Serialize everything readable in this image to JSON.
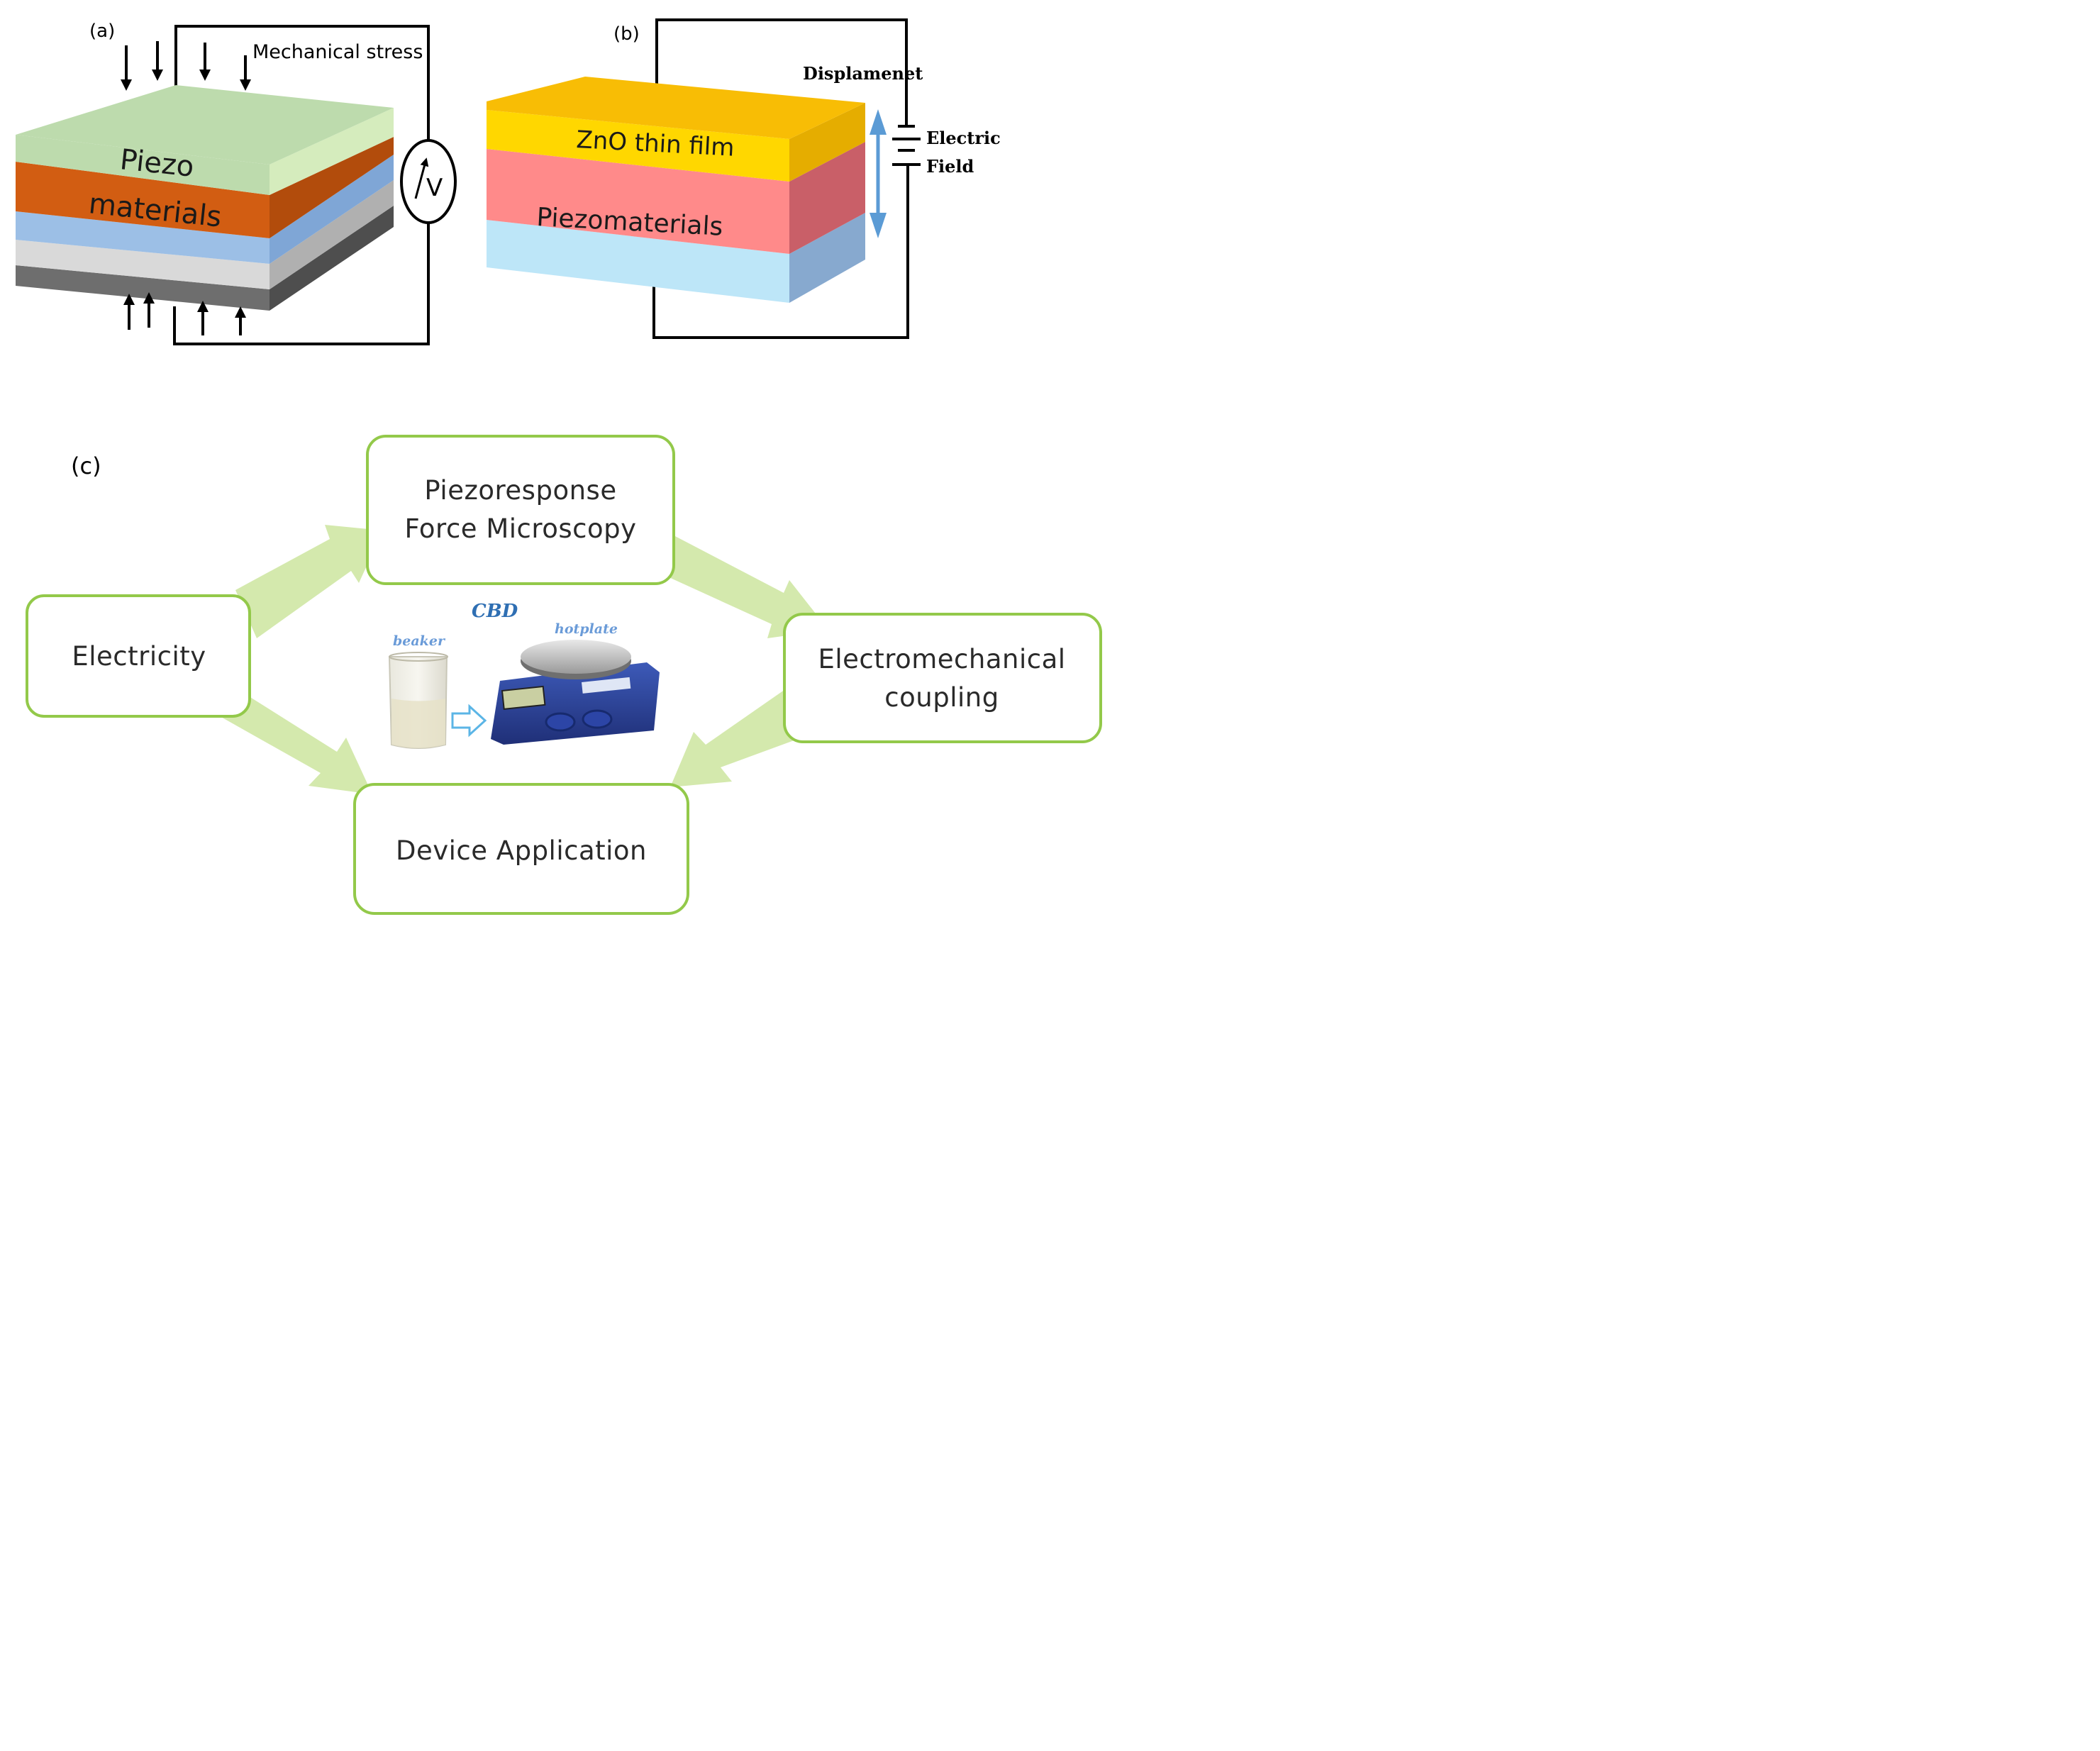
{
  "panel_a": {
    "label": "(a)",
    "stress_label": "Mechanical stress",
    "material_line1": "Piezo",
    "material_line2": "materials",
    "meter_label": "V"
  },
  "panel_b": {
    "label": "(b)",
    "displacement_label": "Displamenet",
    "field_line1": "Electric",
    "field_line2": "Field",
    "top_layer_label": "ZnO thin film",
    "middle_layer_label": "Piezomaterials"
  },
  "panel_c": {
    "label": "(c)",
    "boxes": {
      "pfm_line1": "Piezoresponse",
      "pfm_line2": "Force Microscopy",
      "electricity": "Electricity",
      "em_line1": "Electromechanical",
      "em_line2": "coupling",
      "device": "Device Application"
    },
    "cbd": {
      "title": "CBD",
      "beaker_label": "beaker",
      "hotplate_label": "hotplate"
    }
  },
  "colors": {
    "box_border": "#93c94a",
    "flow_arrow": "#d4e9ad",
    "label_blue": "#2f6fb3",
    "zno_yellow": "#ffd700",
    "piezo_pink": "#ff8a8a",
    "piezo_green": "#bddbad",
    "piezo_orange": "#d25d12"
  }
}
